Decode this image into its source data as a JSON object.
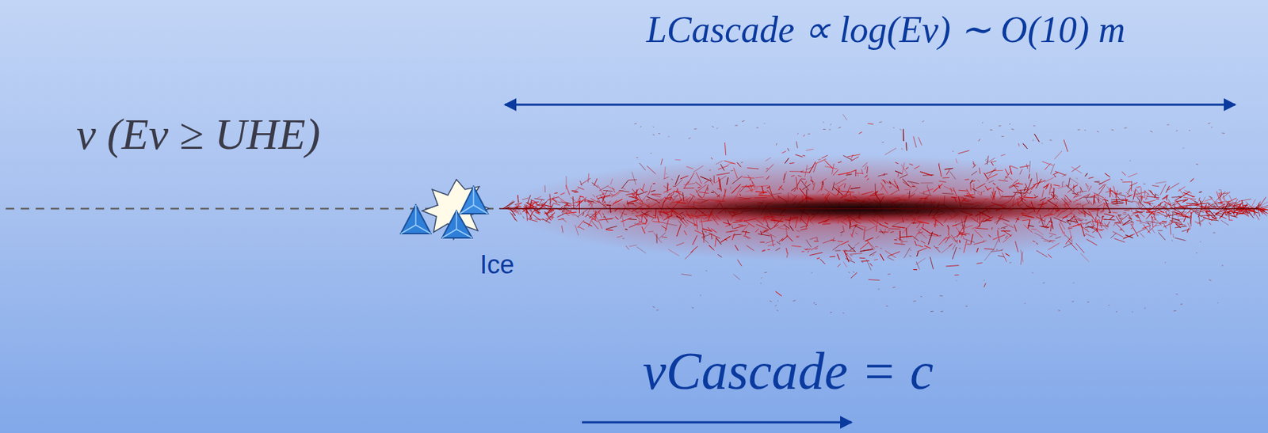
{
  "diagram": {
    "labels": [
      "LCascade ∝ log(Eν) ∼ O(10) m",
      "ν (Eν ≥ UHE)",
      "Ice",
      "vCascade = c"
    ]
  }
}
